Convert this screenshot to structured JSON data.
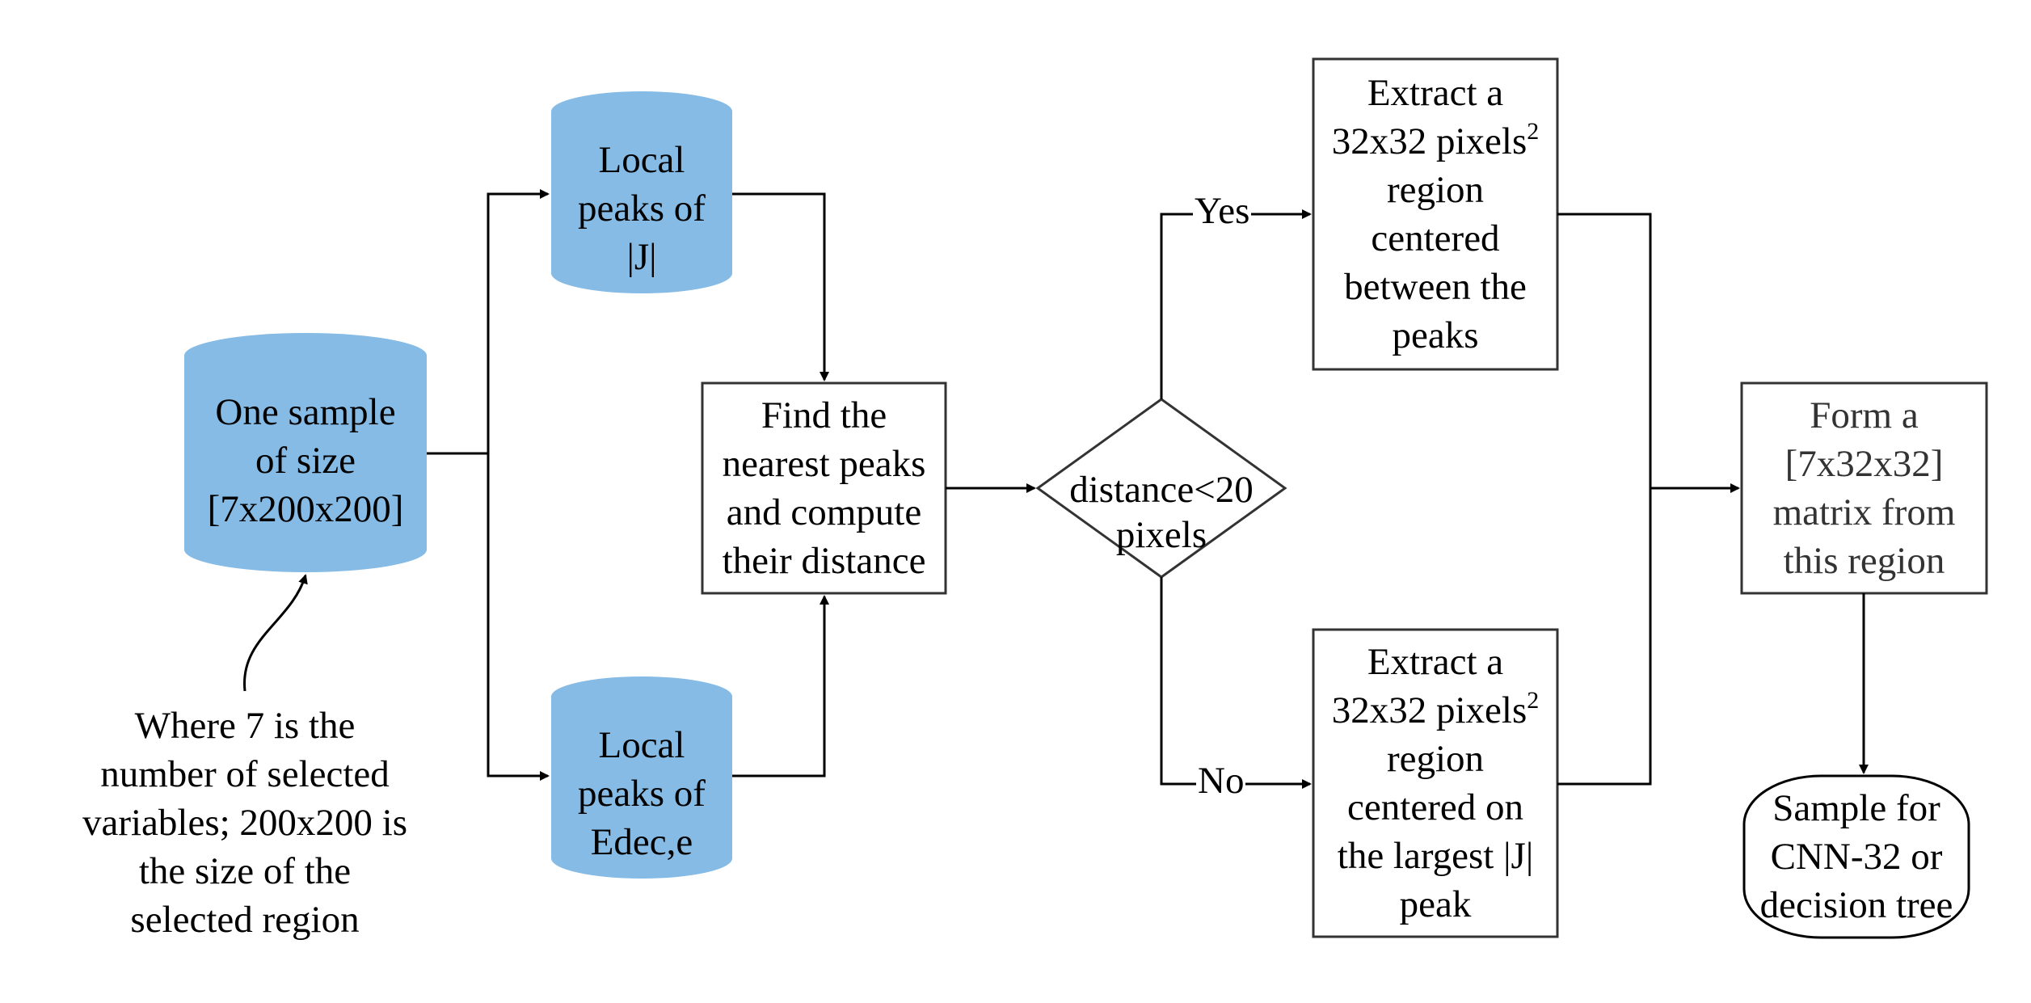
{
  "colors": {
    "cylinder_fill": "#85BBE5",
    "stroke": "#000000",
    "box_stroke": "#333333"
  },
  "nodes": {
    "sample": {
      "shape": "cylinder",
      "text": "One  sample\nof size\n[7x200x200]"
    },
    "peaks_j": {
      "shape": "cylinder",
      "text": "Local\npeaks of\n|J|"
    },
    "peaks_edec": {
      "shape": "cylinder",
      "text": "Local\npeaks of\nEdec,e"
    },
    "find_nearest": {
      "shape": "rectangle",
      "text": "Find the\nnearest peaks\nand compute\ntheir distance"
    },
    "decision": {
      "shape": "diamond",
      "text": "distance<20\npixels"
    },
    "extract_between": {
      "shape": "rectangle",
      "line1": "Extract a",
      "line2_main": "32x32 pixels",
      "line2_sup": "2",
      "rest": "region\ncentered\nbetween the\npeaks"
    },
    "extract_largest": {
      "shape": "rectangle",
      "line1": "Extract a",
      "line2_main": "32x32 pixels",
      "line2_sup": "2",
      "rest": "region\ncentered on\nthe largest |J|\npeak"
    },
    "form_matrix": {
      "shape": "rectangle",
      "text": "Form a\n[7x32x32]\nmatrix from\nthis region"
    },
    "output": {
      "shape": "rounded",
      "text": "Sample for\nCNN-32 or\ndecision tree"
    }
  },
  "annotation": {
    "text": "Where 7 is the\nnumber of selected\nvariables; 200x200 is\nthe size of the\nselected region"
  },
  "edges": {
    "yes_label": "Yes",
    "no_label": "No"
  }
}
